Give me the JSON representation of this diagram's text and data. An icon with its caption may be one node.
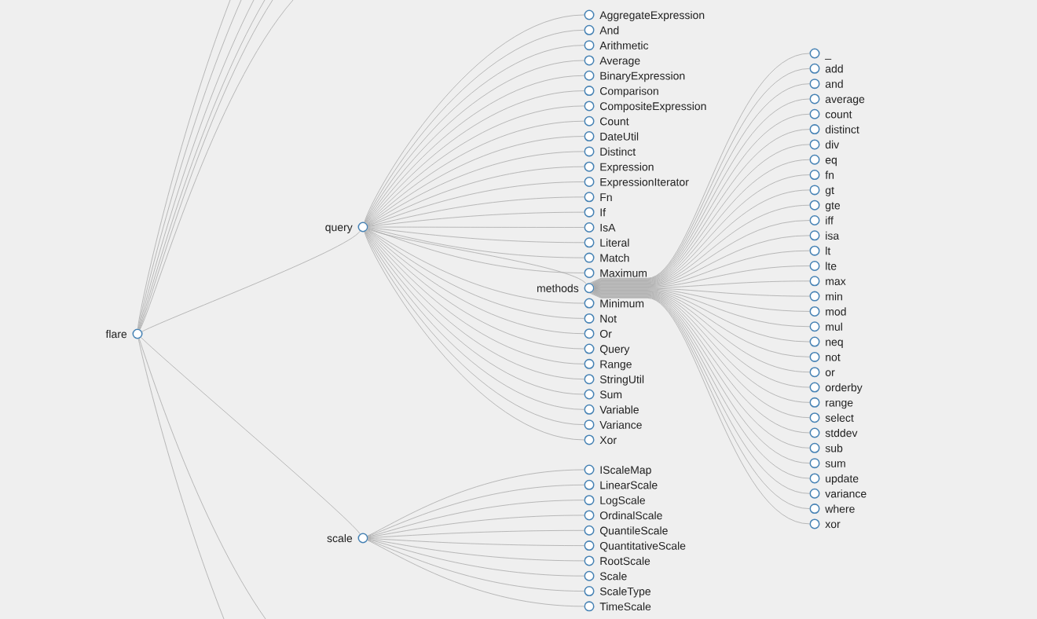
{
  "diagram": {
    "nodes": [
      {
        "text": [
          "flare"
        ]
      },
      {
        "text": [
          "query"
        ]
      },
      {
        "text": [
          "AggregateExpression"
        ]
      },
      {
        "text": [
          "And"
        ]
      },
      {
        "text": [
          "Arithmetic"
        ]
      },
      {
        "text": [
          "Average"
        ]
      },
      {
        "text": [
          "BinaryExpression"
        ]
      },
      {
        "text": [
          "Comparison"
        ]
      },
      {
        "text": [
          "CompositeExpression"
        ]
      },
      {
        "text": [
          "Count"
        ]
      },
      {
        "text": [
          "DateUtil"
        ]
      },
      {
        "text": [
          "Distinct"
        ]
      },
      {
        "text": [
          "Expression"
        ]
      },
      {
        "text": [
          "ExpressionIterator"
        ]
      },
      {
        "text": [
          "Fn"
        ]
      },
      {
        "text": [
          "If"
        ]
      },
      {
        "text": [
          "IsA"
        ]
      },
      {
        "text": [
          "Literal"
        ]
      },
      {
        "text": [
          "Match"
        ]
      },
      {
        "text": [
          "Maximum"
        ]
      },
      {
        "text": [
          "methods"
        ]
      },
      {
        "text": [
          "Minimum"
        ]
      },
      {
        "text": [
          "Not"
        ]
      },
      {
        "text": [
          "Or"
        ]
      },
      {
        "text": [
          "Query"
        ]
      },
      {
        "text": [
          "Range"
        ]
      },
      {
        "text": [
          "StringUtil"
        ]
      },
      {
        "text": [
          "Sum"
        ]
      },
      {
        "text": [
          "Variable"
        ]
      },
      {
        "text": [
          "Variance"
        ]
      },
      {
        "text": [
          "Xor"
        ]
      },
      {
        "text": [
          "_"
        ]
      },
      {
        "text": [
          "add"
        ]
      },
      {
        "text": [
          "and"
        ]
      },
      {
        "text": [
          "average"
        ]
      },
      {
        "text": [
          "count"
        ]
      },
      {
        "text": [
          "distinct"
        ]
      },
      {
        "text": [
          "div"
        ]
      },
      {
        "text": [
          "eq"
        ]
      },
      {
        "text": [
          "fn"
        ]
      },
      {
        "text": [
          "gt"
        ]
      },
      {
        "text": [
          "gte"
        ]
      },
      {
        "text": [
          "iff"
        ]
      },
      {
        "text": [
          "isa"
        ]
      },
      {
        "text": [
          "lt"
        ]
      },
      {
        "text": [
          "lte"
        ]
      },
      {
        "text": [
          "max"
        ]
      },
      {
        "text": [
          "min"
        ]
      },
      {
        "text": [
          "mod"
        ]
      },
      {
        "text": [
          "mul"
        ]
      },
      {
        "text": [
          "neq"
        ]
      },
      {
        "text": [
          "not"
        ]
      },
      {
        "text": [
          "or"
        ]
      },
      {
        "text": [
          "orderby"
        ]
      },
      {
        "text": [
          "range"
        ]
      },
      {
        "text": [
          "select"
        ]
      },
      {
        "text": [
          "stddev"
        ]
      },
      {
        "text": [
          "sub"
        ]
      },
      {
        "text": [
          "sum"
        ]
      },
      {
        "text": [
          "update"
        ]
      },
      {
        "text": [
          "variance"
        ]
      },
      {
        "text": [
          "where"
        ]
      },
      {
        "text": [
          "xor"
        ]
      },
      {
        "text": [
          "scale"
        ]
      },
      {
        "text": [
          "IScaleMap"
        ]
      },
      {
        "text": [
          "LinearScale"
        ]
      },
      {
        "text": [
          "LogScale"
        ]
      },
      {
        "text": [
          "OrdinalScale"
        ]
      },
      {
        "text": [
          "QuantileScale"
        ]
      },
      {
        "text": [
          "QuantitativeScale"
        ]
      },
      {
        "text": [
          "RootScale"
        ]
      },
      {
        "text": [
          "Scale"
        ]
      },
      {
        "text": [
          "ScaleType"
        ]
      },
      {
        "text": [
          "TimeScale"
        ]
      }
    ],
    "edges": [
      {
        "from": 0,
        "to": null,
        "arrow": "none"
      },
      {
        "from": 0,
        "to": null,
        "arrow": "none"
      },
      {
        "from": 0,
        "to": null,
        "arrow": "none"
      },
      {
        "from": 0,
        "to": null,
        "arrow": "none"
      },
      {
        "from": 0,
        "to": null,
        "arrow": "none"
      },
      {
        "from": 0,
        "to": null,
        "arrow": "none"
      },
      {
        "from": 0,
        "to": 1,
        "arrow": "none"
      },
      {
        "from": 0,
        "to": 63,
        "arrow": "none"
      },
      {
        "from": 0,
        "to": null,
        "arrow": "none"
      },
      {
        "from": 0,
        "to": null,
        "arrow": "none"
      },
      {
        "from": 1,
        "to": 2,
        "arrow": "none"
      },
      {
        "from": 1,
        "to": 3,
        "arrow": "none"
      },
      {
        "from": 1,
        "to": 4,
        "arrow": "none"
      },
      {
        "from": 1,
        "to": 5,
        "arrow": "none"
      },
      {
        "from": 1,
        "to": 6,
        "arrow": "none"
      },
      {
        "from": 1,
        "to": 7,
        "arrow": "none"
      },
      {
        "from": 1,
        "to": 8,
        "arrow": "none"
      },
      {
        "from": 1,
        "to": 9,
        "arrow": "none"
      },
      {
        "from": 1,
        "to": 10,
        "arrow": "none"
      },
      {
        "from": 1,
        "to": 11,
        "arrow": "none"
      },
      {
        "from": 1,
        "to": 12,
        "arrow": "none"
      },
      {
        "from": 1,
        "to": 13,
        "arrow": "none"
      },
      {
        "from": 1,
        "to": 14,
        "arrow": "none"
      },
      {
        "from": 1,
        "to": 15,
        "arrow": "none"
      },
      {
        "from": 1,
        "to": 16,
        "arrow": "none"
      },
      {
        "from": 1,
        "to": 17,
        "arrow": "none"
      },
      {
        "from": 1,
        "to": 18,
        "arrow": "none"
      },
      {
        "from": 1,
        "to": 19,
        "arrow": "none"
      },
      {
        "from": 1,
        "to": 20,
        "arrow": "none"
      },
      {
        "from": 1,
        "to": 21,
        "arrow": "none"
      },
      {
        "from": 1,
        "to": 22,
        "arrow": "none"
      },
      {
        "from": 1,
        "to": 23,
        "arrow": "none"
      },
      {
        "from": 1,
        "to": 24,
        "arrow": "none"
      },
      {
        "from": 1,
        "to": 25,
        "arrow": "none"
      },
      {
        "from": 1,
        "to": 26,
        "arrow": "none"
      },
      {
        "from": 1,
        "to": 27,
        "arrow": "none"
      },
      {
        "from": 1,
        "to": 28,
        "arrow": "none"
      },
      {
        "from": 1,
        "to": 29,
        "arrow": "none"
      },
      {
        "from": 1,
        "to": 30,
        "arrow": "none"
      },
      {
        "from": 20,
        "to": 31,
        "arrow": "none"
      },
      {
        "from": 20,
        "to": 32,
        "arrow": "none"
      },
      {
        "from": 20,
        "to": 33,
        "arrow": "none"
      },
      {
        "from": 20,
        "to": 34,
        "arrow": "none"
      },
      {
        "from": 20,
        "to": 35,
        "arrow": "none"
      },
      {
        "from": 20,
        "to": 36,
        "arrow": "none"
      },
      {
        "from": 20,
        "to": 37,
        "arrow": "none"
      },
      {
        "from": 20,
        "to": 38,
        "arrow": "none"
      },
      {
        "from": 20,
        "to": 39,
        "arrow": "none"
      },
      {
        "from": 20,
        "to": 40,
        "arrow": "none"
      },
      {
        "from": 20,
        "to": 41,
        "arrow": "none"
      },
      {
        "from": 20,
        "to": 42,
        "arrow": "none"
      },
      {
        "from": 20,
        "to": 43,
        "arrow": "none"
      },
      {
        "from": 20,
        "to": 44,
        "arrow": "none"
      },
      {
        "from": 20,
        "to": 45,
        "arrow": "none"
      },
      {
        "from": 20,
        "to": 46,
        "arrow": "none"
      },
      {
        "from": 20,
        "to": 47,
        "arrow": "none"
      },
      {
        "from": 20,
        "to": 48,
        "arrow": "none"
      },
      {
        "from": 20,
        "to": 49,
        "arrow": "none"
      },
      {
        "from": 20,
        "to": 50,
        "arrow": "none"
      },
      {
        "from": 20,
        "to": 51,
        "arrow": "none"
      },
      {
        "from": 20,
        "to": 52,
        "arrow": "none"
      },
      {
        "from": 20,
        "to": 53,
        "arrow": "none"
      },
      {
        "from": 20,
        "to": 54,
        "arrow": "none"
      },
      {
        "from": 20,
        "to": 55,
        "arrow": "none"
      },
      {
        "from": 20,
        "to": 56,
        "arrow": "none"
      },
      {
        "from": 20,
        "to": 57,
        "arrow": "none"
      },
      {
        "from": 20,
        "to": 58,
        "arrow": "none"
      },
      {
        "from": 20,
        "to": 59,
        "arrow": "none"
      },
      {
        "from": 20,
        "to": 60,
        "arrow": "none"
      },
      {
        "from": 20,
        "to": 61,
        "arrow": "none"
      },
      {
        "from": 20,
        "to": 62,
        "arrow": "none"
      },
      {
        "from": 63,
        "to": 64,
        "arrow": "none"
      },
      {
        "from": 63,
        "to": 65,
        "arrow": "none"
      },
      {
        "from": 63,
        "to": 66,
        "arrow": "none"
      },
      {
        "from": 63,
        "to": 67,
        "arrow": "none"
      },
      {
        "from": 63,
        "to": 68,
        "arrow": "none"
      },
      {
        "from": 63,
        "to": 69,
        "arrow": "none"
      },
      {
        "from": 63,
        "to": 70,
        "arrow": "none"
      },
      {
        "from": 63,
        "to": 71,
        "arrow": "none"
      },
      {
        "from": 63,
        "to": 72,
        "arrow": "none"
      },
      {
        "from": 63,
        "to": 73,
        "arrow": "none"
      }
    ]
  }
}
